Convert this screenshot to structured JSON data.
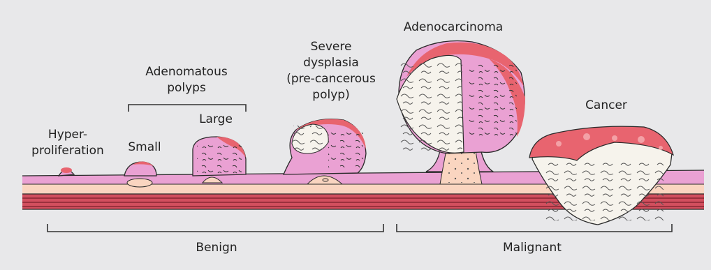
{
  "labels": {
    "hyperproliferation_1": "Hyper-",
    "hyperproliferation_2": "proliferation",
    "small": "Small",
    "adenomatous_1": "Adenomatous",
    "adenomatous_2": "polyps",
    "large": "Large",
    "severe_1": "Severe",
    "severe_2": "dysplasia",
    "severe_3": "(pre-cancerous",
    "severe_4": "polyp)",
    "adenocarcinoma": "Adenocarcinoma",
    "cancer": "Cancer",
    "benign": "Benign",
    "malignant": "Malignant"
  },
  "colors": {
    "background": "#e8e8ea",
    "mucosa": "#eaa1d3",
    "submucosa": "#fad5c0",
    "muscle": "#d24f5e",
    "tumor_surface": "#e8646f",
    "tumor_core": "#f6f3ec",
    "outline": "#2a2a2a"
  }
}
